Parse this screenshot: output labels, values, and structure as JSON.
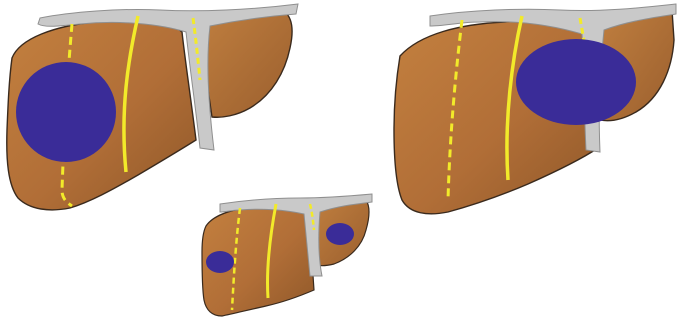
{
  "colors": {
    "background": "#ffffff",
    "liver_fill": "#b5733d",
    "liver_fill_dark": "#9b5f2e",
    "liver_shadow": "#7d4a21",
    "liver_outline": "#3a2a1d",
    "vessel_fill": "#c9c9c9",
    "vessel_outline": "#8f8f8f",
    "segment_line": "#f2ea2a",
    "tumor_fill": "#3a2c98"
  },
  "diagrams": [
    {
      "name": "large-left-lobe-tumor"
    },
    {
      "name": "large-central-tumor"
    },
    {
      "name": "small-bilobar-tumors"
    }
  ]
}
